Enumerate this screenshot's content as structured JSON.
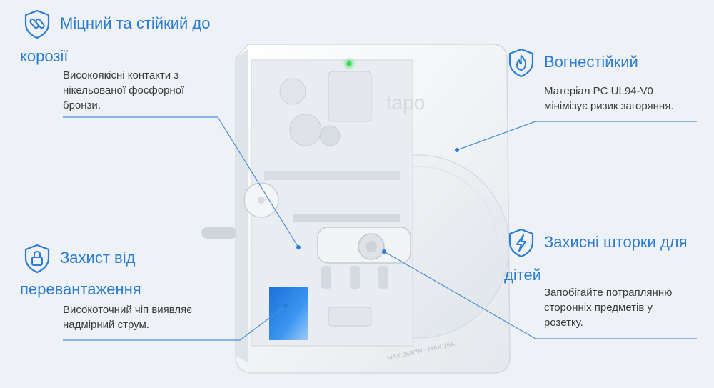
{
  "brand": "tapo",
  "product_marking": "MAX 3680W · MAX 16A",
  "colors": {
    "accent": "#2b7cd3",
    "body_text": "#3a3a3a",
    "background": "#eef2f6",
    "led": "#3fd95a",
    "chip": "#2f86e6"
  },
  "features": {
    "corrosion": {
      "icon": "corrosion-shield-icon",
      "title_line1": "Міцний та стійкий до",
      "title_line2": "корозії",
      "desc_line1": "Високоякісні контакти з",
      "desc_line2": "нікельованої фосфорної",
      "desc_line3": "бронзи."
    },
    "fire": {
      "icon": "flame-shield-icon",
      "title": "Вогнестійкий",
      "desc_line1": "Матеріал PC UL94-V0",
      "desc_line2": "мінімізує ризик загоряння."
    },
    "overload": {
      "icon": "lock-shield-icon",
      "title_line1": "Захист від",
      "title_line2": "перевантаження",
      "desc_line1": "Високоточний чіп виявляє",
      "desc_line2": "надмірний струм."
    },
    "child": {
      "icon": "bolt-shield-icon",
      "title_line1": "Захисні шторки для",
      "title_line2": "дітей",
      "desc_line1": "Запобігайте потраплянню",
      "desc_line2": "сторонніх предметів у",
      "desc_line3": "розетку."
    }
  }
}
